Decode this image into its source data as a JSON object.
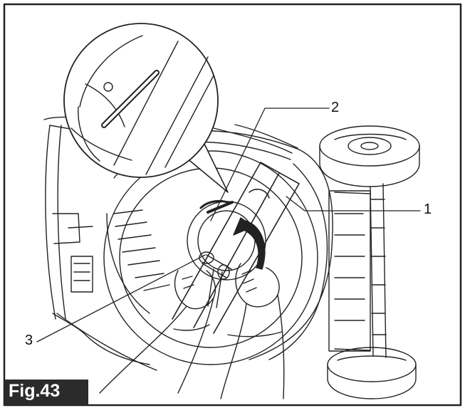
{
  "figure": {
    "label": "Fig.43",
    "callouts": [
      {
        "id": "1",
        "text": "1"
      },
      {
        "id": "2",
        "text": "2"
      },
      {
        "id": "3",
        "text": "3"
      }
    ]
  },
  "colors": {
    "line": "#222222",
    "badge_bg": "#2b2b2b",
    "badge_text": "#ffffff"
  }
}
